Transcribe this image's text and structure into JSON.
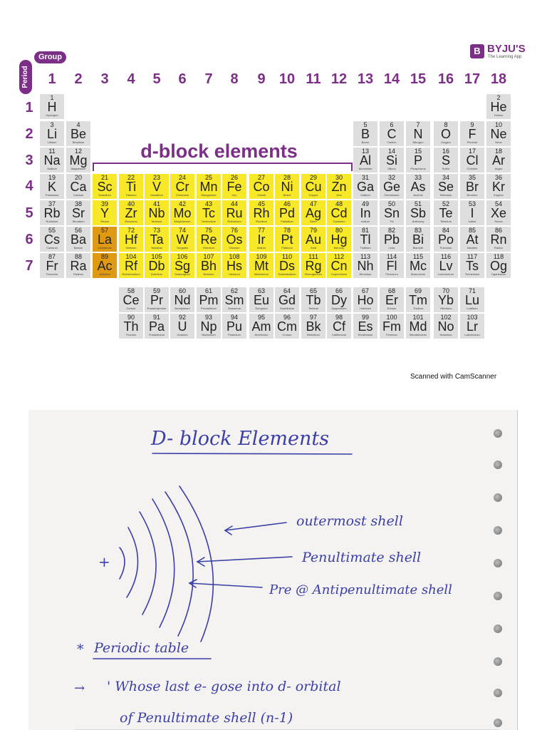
{
  "table": {
    "group_label": "Group",
    "period_label": "Period",
    "brand": {
      "mark": "B",
      "name": "BYJU'S",
      "tagline": "The Learning App"
    },
    "dblock_title": "d-block elements",
    "group_numbers": [
      "1",
      "2",
      "3",
      "4",
      "5",
      "6",
      "7",
      "8",
      "9",
      "10",
      "11",
      "12",
      "13",
      "14",
      "15",
      "16",
      "17",
      "18"
    ],
    "period_numbers": [
      "1",
      "2",
      "3",
      "4",
      "5",
      "6",
      "7"
    ],
    "elements": [
      {
        "n": "1",
        "s": "H",
        "nm": "Hydrogen",
        "g": 1,
        "p": 1
      },
      {
        "n": "2",
        "s": "He",
        "nm": "Helium",
        "g": 18,
        "p": 1
      },
      {
        "n": "3",
        "s": "Li",
        "nm": "Lithium",
        "g": 1,
        "p": 2
      },
      {
        "n": "4",
        "s": "Be",
        "nm": "Beryllium",
        "g": 2,
        "p": 2
      },
      {
        "n": "5",
        "s": "B",
        "nm": "Boron",
        "g": 13,
        "p": 2
      },
      {
        "n": "6",
        "s": "C",
        "nm": "Carbon",
        "g": 14,
        "p": 2
      },
      {
        "n": "7",
        "s": "N",
        "nm": "Nitrogen",
        "g": 15,
        "p": 2
      },
      {
        "n": "8",
        "s": "O",
        "nm": "Oxygen",
        "g": 16,
        "p": 2
      },
      {
        "n": "9",
        "s": "F",
        "nm": "Fluorine",
        "g": 17,
        "p": 2
      },
      {
        "n": "10",
        "s": "Ne",
        "nm": "Neon",
        "g": 18,
        "p": 2
      },
      {
        "n": "11",
        "s": "Na",
        "nm": "Sodium",
        "g": 1,
        "p": 3
      },
      {
        "n": "12",
        "s": "Mg",
        "nm": "Magnesium",
        "g": 2,
        "p": 3
      },
      {
        "n": "13",
        "s": "Al",
        "nm": "Aluminium",
        "g": 13,
        "p": 3
      },
      {
        "n": "14",
        "s": "Si",
        "nm": "Silicon",
        "g": 14,
        "p": 3
      },
      {
        "n": "15",
        "s": "P",
        "nm": "Phosphorus",
        "g": 15,
        "p": 3
      },
      {
        "n": "16",
        "s": "S",
        "nm": "Sulfur",
        "g": 16,
        "p": 3
      },
      {
        "n": "17",
        "s": "Cl",
        "nm": "Chlorine",
        "g": 17,
        "p": 3
      },
      {
        "n": "18",
        "s": "Ar",
        "nm": "Argon",
        "g": 18,
        "p": 3
      },
      {
        "n": "19",
        "s": "K",
        "nm": "Potassium",
        "g": 1,
        "p": 4
      },
      {
        "n": "20",
        "s": "Ca",
        "nm": "Calcium",
        "g": 2,
        "p": 4
      },
      {
        "n": "21",
        "s": "Sc",
        "nm": "Scandium",
        "g": 3,
        "p": 4,
        "c": "t"
      },
      {
        "n": "22",
        "s": "Ti",
        "nm": "Titanium",
        "g": 4,
        "p": 4,
        "c": "t"
      },
      {
        "n": "23",
        "s": "V",
        "nm": "Vanadium",
        "g": 5,
        "p": 4,
        "c": "t"
      },
      {
        "n": "24",
        "s": "Cr",
        "nm": "Chromium",
        "g": 6,
        "p": 4,
        "c": "t"
      },
      {
        "n": "25",
        "s": "Mn",
        "nm": "Manganese",
        "g": 7,
        "p": 4,
        "c": "t"
      },
      {
        "n": "26",
        "s": "Fe",
        "nm": "Iron",
        "g": 8,
        "p": 4,
        "c": "t"
      },
      {
        "n": "27",
        "s": "Co",
        "nm": "Cobalt",
        "g": 9,
        "p": 4,
        "c": "t"
      },
      {
        "n": "28",
        "s": "Ni",
        "nm": "Nickel",
        "g": 10,
        "p": 4,
        "c": "t"
      },
      {
        "n": "29",
        "s": "Cu",
        "nm": "Copper",
        "g": 11,
        "p": 4,
        "c": "t"
      },
      {
        "n": "30",
        "s": "Zn",
        "nm": "Zinc",
        "g": 12,
        "p": 4,
        "c": "t"
      },
      {
        "n": "31",
        "s": "Ga",
        "nm": "Gallium",
        "g": 13,
        "p": 4
      },
      {
        "n": "32",
        "s": "Ge",
        "nm": "Germanium",
        "g": 14,
        "p": 4
      },
      {
        "n": "33",
        "s": "As",
        "nm": "Arsenic",
        "g": 15,
        "p": 4
      },
      {
        "n": "34",
        "s": "Se",
        "nm": "Selenium",
        "g": 16,
        "p": 4
      },
      {
        "n": "35",
        "s": "Br",
        "nm": "Bromine",
        "g": 17,
        "p": 4
      },
      {
        "n": "36",
        "s": "Kr",
        "nm": "Krypton",
        "g": 18,
        "p": 4
      },
      {
        "n": "37",
        "s": "Rb",
        "nm": "Rubidium",
        "g": 1,
        "p": 5
      },
      {
        "n": "38",
        "s": "Sr",
        "nm": "Strontium",
        "g": 2,
        "p": 5
      },
      {
        "n": "39",
        "s": "Y",
        "nm": "Yttrium",
        "g": 3,
        "p": 5,
        "c": "t"
      },
      {
        "n": "40",
        "s": "Zr",
        "nm": "Zirconium",
        "g": 4,
        "p": 5,
        "c": "t"
      },
      {
        "n": "41",
        "s": "Nb",
        "nm": "Niobium",
        "g": 5,
        "p": 5,
        "c": "t"
      },
      {
        "n": "42",
        "s": "Mo",
        "nm": "Molybdenum",
        "g": 6,
        "p": 5,
        "c": "t"
      },
      {
        "n": "43",
        "s": "Tc",
        "nm": "Technetium",
        "g": 7,
        "p": 5,
        "c": "t"
      },
      {
        "n": "44",
        "s": "Ru",
        "nm": "Ruthenium",
        "g": 8,
        "p": 5,
        "c": "t"
      },
      {
        "n": "45",
        "s": "Rh",
        "nm": "Rhodium",
        "g": 9,
        "p": 5,
        "c": "t"
      },
      {
        "n": "46",
        "s": "Pd",
        "nm": "Palladium",
        "g": 10,
        "p": 5,
        "c": "t"
      },
      {
        "n": "47",
        "s": "Ag",
        "nm": "Silver",
        "g": 11,
        "p": 5,
        "c": "t"
      },
      {
        "n": "48",
        "s": "Cd",
        "nm": "Cadmium",
        "g": 12,
        "p": 5,
        "c": "t"
      },
      {
        "n": "49",
        "s": "In",
        "nm": "Indium",
        "g": 13,
        "p": 5
      },
      {
        "n": "50",
        "s": "Sn",
        "nm": "Tin",
        "g": 14,
        "p": 5
      },
      {
        "n": "51",
        "s": "Sb",
        "nm": "Antimony",
        "g": 15,
        "p": 5
      },
      {
        "n": "52",
        "s": "Te",
        "nm": "Tellurium",
        "g": 16,
        "p": 5
      },
      {
        "n": "53",
        "s": "I",
        "nm": "Iodine",
        "g": 17,
        "p": 5
      },
      {
        "n": "54",
        "s": "Xe",
        "nm": "Xenon",
        "g": 18,
        "p": 5
      },
      {
        "n": "55",
        "s": "Cs",
        "nm": "Caesium",
        "g": 1,
        "p": 6
      },
      {
        "n": "56",
        "s": "Ba",
        "nm": "Barium",
        "g": 2,
        "p": 6
      },
      {
        "n": "57",
        "s": "La",
        "nm": "Lanthanum",
        "g": 3,
        "p": 6,
        "c": "o"
      },
      {
        "n": "72",
        "s": "Hf",
        "nm": "Hafnium",
        "g": 4,
        "p": 6,
        "c": "t"
      },
      {
        "n": "73",
        "s": "Ta",
        "nm": "Tantalum",
        "g": 5,
        "p": 6,
        "c": "t"
      },
      {
        "n": "74",
        "s": "W",
        "nm": "Tungsten",
        "g": 6,
        "p": 6,
        "c": "t"
      },
      {
        "n": "75",
        "s": "Re",
        "nm": "Rhenium",
        "g": 7,
        "p": 6,
        "c": "t"
      },
      {
        "n": "76",
        "s": "Os",
        "nm": "Osmium",
        "g": 8,
        "p": 6,
        "c": "t"
      },
      {
        "n": "77",
        "s": "Ir",
        "nm": "Iridium",
        "g": 9,
        "p": 6,
        "c": "t"
      },
      {
        "n": "78",
        "s": "Pt",
        "nm": "Platinum",
        "g": 10,
        "p": 6,
        "c": "t"
      },
      {
        "n": "79",
        "s": "Au",
        "nm": "Gold",
        "g": 11,
        "p": 6,
        "c": "t"
      },
      {
        "n": "80",
        "s": "Hg",
        "nm": "Mercury",
        "g": 12,
        "p": 6,
        "c": "t"
      },
      {
        "n": "81",
        "s": "Tl",
        "nm": "Thallium",
        "g": 13,
        "p": 6
      },
      {
        "n": "82",
        "s": "Pb",
        "nm": "Lead",
        "g": 14,
        "p": 6
      },
      {
        "n": "83",
        "s": "Bi",
        "nm": "Bismuth",
        "g": 15,
        "p": 6
      },
      {
        "n": "84",
        "s": "Po",
        "nm": "Polonium",
        "g": 16,
        "p": 6
      },
      {
        "n": "85",
        "s": "At",
        "nm": "Astatine",
        "g": 17,
        "p": 6
      },
      {
        "n": "86",
        "s": "Rn",
        "nm": "Radon",
        "g": 18,
        "p": 6
      },
      {
        "n": "87",
        "s": "Fr",
        "nm": "Francium",
        "g": 1,
        "p": 7
      },
      {
        "n": "88",
        "s": "Ra",
        "nm": "Radium",
        "g": 2,
        "p": 7
      },
      {
        "n": "89",
        "s": "Ac",
        "nm": "Actinium",
        "g": 3,
        "p": 7,
        "c": "o"
      },
      {
        "n": "104",
        "s": "Rf",
        "nm": "Rutherfordium",
        "g": 4,
        "p": 7,
        "c": "t"
      },
      {
        "n": "105",
        "s": "Db",
        "nm": "Dubnium",
        "g": 5,
        "p": 7,
        "c": "t"
      },
      {
        "n": "106",
        "s": "Sg",
        "nm": "Seaborgium",
        "g": 6,
        "p": 7,
        "c": "t"
      },
      {
        "n": "107",
        "s": "Bh",
        "nm": "Bohrium",
        "g": 7,
        "p": 7,
        "c": "t"
      },
      {
        "n": "108",
        "s": "Hs",
        "nm": "Hassium",
        "g": 8,
        "p": 7,
        "c": "t"
      },
      {
        "n": "109",
        "s": "Mt",
        "nm": "Meitnerium",
        "g": 9,
        "p": 7,
        "c": "t"
      },
      {
        "n": "110",
        "s": "Ds",
        "nm": "Darmstadtium",
        "g": 10,
        "p": 7,
        "c": "t"
      },
      {
        "n": "111",
        "s": "Rg",
        "nm": "Roentgenium",
        "g": 11,
        "p": 7,
        "c": "t"
      },
      {
        "n": "112",
        "s": "Cn",
        "nm": "Copernicium",
        "g": 12,
        "p": 7,
        "c": "t"
      },
      {
        "n": "113",
        "s": "Nh",
        "nm": "Nihonium",
        "g": 13,
        "p": 7
      },
      {
        "n": "114",
        "s": "Fl",
        "nm": "Flerovium",
        "g": 14,
        "p": 7
      },
      {
        "n": "115",
        "s": "Mc",
        "nm": "Moscovium",
        "g": 15,
        "p": 7
      },
      {
        "n": "116",
        "s": "Lv",
        "nm": "Livermorium",
        "g": 16,
        "p": 7
      },
      {
        "n": "117",
        "s": "Ts",
        "nm": "Tennessine",
        "g": 17,
        "p": 7
      },
      {
        "n": "118",
        "s": "Og",
        "nm": "Oganesson",
        "g": 18,
        "p": 7
      },
      {
        "n": "58",
        "s": "Ce",
        "nm": "Cerium",
        "g": 4,
        "p": 9
      },
      {
        "n": "59",
        "s": "Pr",
        "nm": "Praseodymium",
        "g": 5,
        "p": 9
      },
      {
        "n": "60",
        "s": "Nd",
        "nm": "Neodymium",
        "g": 6,
        "p": 9
      },
      {
        "n": "61",
        "s": "Pm",
        "nm": "Promethium",
        "g": 7,
        "p": 9
      },
      {
        "n": "62",
        "s": "Sm",
        "nm": "Samarium",
        "g": 8,
        "p": 9
      },
      {
        "n": "63",
        "s": "Eu",
        "nm": "Europium",
        "g": 9,
        "p": 9
      },
      {
        "n": "64",
        "s": "Gd",
        "nm": "Gadolinium",
        "g": 10,
        "p": 9
      },
      {
        "n": "65",
        "s": "Tb",
        "nm": "Terbium",
        "g": 11,
        "p": 9
      },
      {
        "n": "66",
        "s": "Dy",
        "nm": "Dysprosium",
        "g": 12,
        "p": 9
      },
      {
        "n": "67",
        "s": "Ho",
        "nm": "Holmium",
        "g": 13,
        "p": 9
      },
      {
        "n": "68",
        "s": "Er",
        "nm": "Erbium",
        "g": 14,
        "p": 9
      },
      {
        "n": "69",
        "s": "Tm",
        "nm": "Thulium",
        "g": 15,
        "p": 9
      },
      {
        "n": "70",
        "s": "Yb",
        "nm": "Ytterbium",
        "g": 16,
        "p": 9
      },
      {
        "n": "71",
        "s": "Lu",
        "nm": "Lutetium",
        "g": 17,
        "p": 9
      },
      {
        "n": "90",
        "s": "Th",
        "nm": "Thorium",
        "g": 4,
        "p": 10
      },
      {
        "n": "91",
        "s": "Pa",
        "nm": "Protactinium",
        "g": 5,
        "p": 10
      },
      {
        "n": "92",
        "s": "U",
        "nm": "Uranium",
        "g": 6,
        "p": 10
      },
      {
        "n": "93",
        "s": "Np",
        "nm": "Neptunium",
        "g": 7,
        "p": 10
      },
      {
        "n": "94",
        "s": "Pu",
        "nm": "Plutonium",
        "g": 8,
        "p": 10
      },
      {
        "n": "95",
        "s": "Am",
        "nm": "Americium",
        "g": 9,
        "p": 10
      },
      {
        "n": "96",
        "s": "Cm",
        "nm": "Curium",
        "g": 10,
        "p": 10
      },
      {
        "n": "97",
        "s": "Bk",
        "nm": "Berkelium",
        "g": 11,
        "p": 10
      },
      {
        "n": "98",
        "s": "Cf",
        "nm": "Californium",
        "g": 12,
        "p": 10
      },
      {
        "n": "99",
        "s": "Es",
        "nm": "Einsteinium",
        "g": 13,
        "p": 10
      },
      {
        "n": "100",
        "s": "Fm",
        "nm": "Fermium",
        "g": 14,
        "p": 10
      },
      {
        "n": "101",
        "s": "Md",
        "nm": "Mendelevium",
        "g": 15,
        "p": 10
      },
      {
        "n": "102",
        "s": "No",
        "nm": "Nobelium",
        "g": 16,
        "p": 10
      },
      {
        "n": "103",
        "s": "Lr",
        "nm": "Lawrencium",
        "g": 17,
        "p": 10
      }
    ]
  },
  "scan_footer": "Scanned with CamScanner",
  "notes": {
    "title": "D- block Elements",
    "plus_sign": "+",
    "label_outermost": "outermost shell",
    "label_penultimate": "Penultimate shell",
    "label_antipenultimate": "Pre @ Antipenultimate shell",
    "bullet_marker": "*",
    "bullet_heading": "Periodic table",
    "arrow_marker": "→",
    "line1": "' Whose last e- gose into d- orbital",
    "line2": "of Penultimate shell (n-1)"
  },
  "colors": {
    "brand_purple": "#7b2f86",
    "transition_yellow": "#f7e829",
    "f_orange": "#e09a12",
    "cell_grey": "#dedede",
    "ink_blue": "#3b3fa6"
  }
}
